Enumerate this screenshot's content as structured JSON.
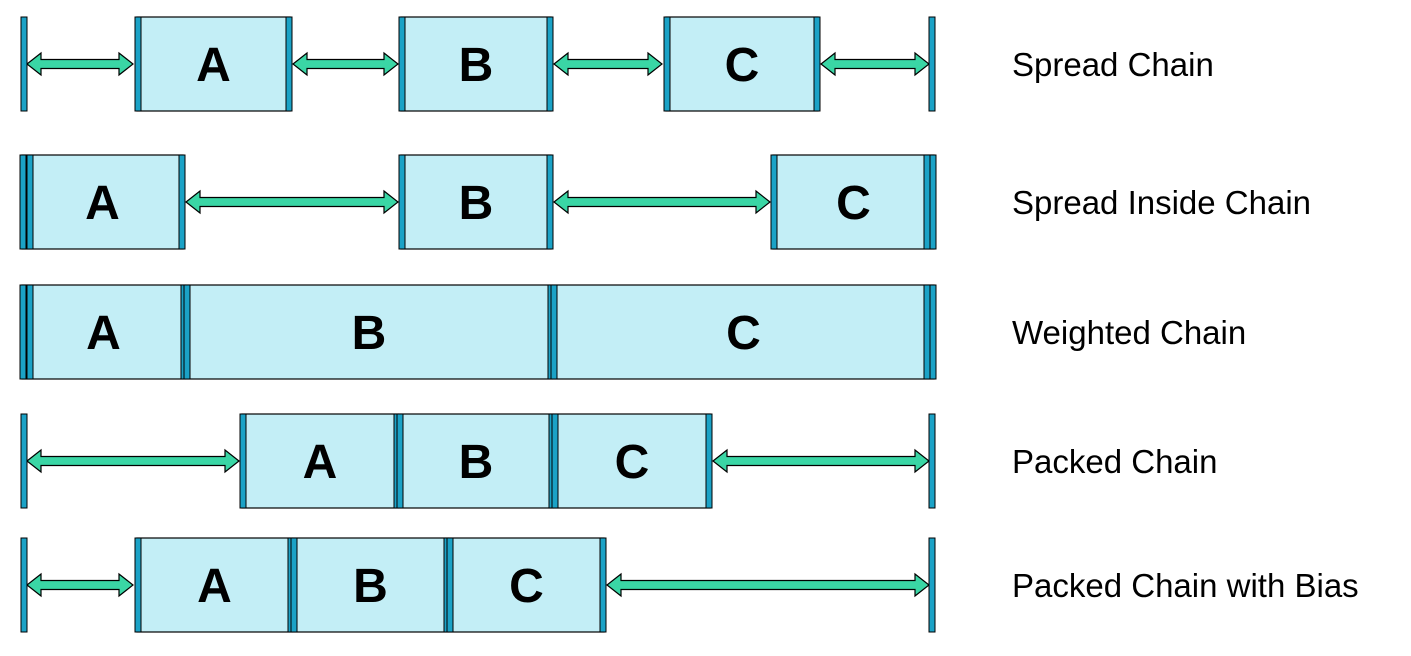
{
  "colors": {
    "box_fill": "#c3eef6",
    "box_outline": "#000000",
    "edge_bar_fill": "#1ba2c6",
    "arrow_fill": "#3ad6a5",
    "arrow_outline": "#000000",
    "caption_text": "#000000",
    "letter_text": "#000000"
  },
  "rows": [
    {
      "caption": "Spread Chain",
      "boxes": [
        {
          "letter": "A"
        },
        {
          "letter": "B"
        },
        {
          "letter": "C"
        }
      ],
      "arrows": 4
    },
    {
      "caption": "Spread Inside Chain",
      "boxes": [
        {
          "letter": "A"
        },
        {
          "letter": "B"
        },
        {
          "letter": "C"
        }
      ],
      "arrows": 2
    },
    {
      "caption": "Weighted Chain",
      "boxes": [
        {
          "letter": "A"
        },
        {
          "letter": "B"
        },
        {
          "letter": "C"
        }
      ],
      "arrows": 0
    },
    {
      "caption": "Packed Chain",
      "boxes": [
        {
          "letter": "A"
        },
        {
          "letter": "B"
        },
        {
          "letter": "C"
        }
      ],
      "arrows": 2
    },
    {
      "caption": "Packed Chain with Bias",
      "boxes": [
        {
          "letter": "A"
        },
        {
          "letter": "B"
        },
        {
          "letter": "C"
        }
      ],
      "arrows": 2
    }
  ]
}
